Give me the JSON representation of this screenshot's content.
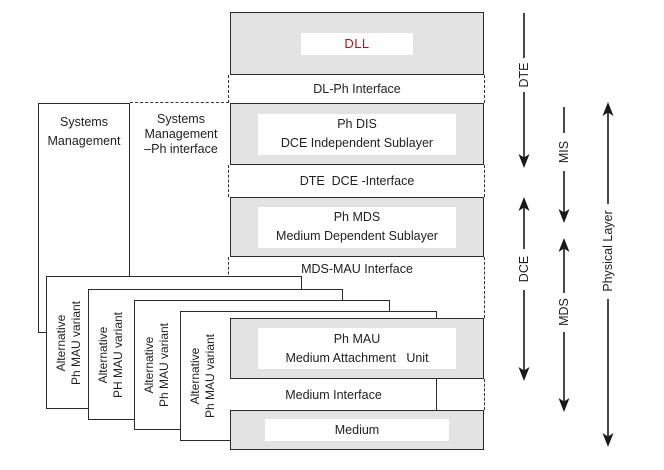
{
  "diagram": {
    "stack": {
      "dll": {
        "label": "DLL"
      },
      "dl_ph_interface": "DL-Ph Interface",
      "ph_dis": {
        "line1": "Ph DIS",
        "line2": "DCE Independent Sublayer"
      },
      "dte_dce_interface": "DTE  DCE -Interface",
      "ph_mds": {
        "line1": "Ph MDS",
        "line2": "Medium Dependent Sublayer"
      },
      "mds_mau_interface": "MDS-MAU Interface",
      "ph_mau": {
        "line1": "Ph MAU",
        "line2": "Medium Attachment   Unit"
      },
      "medium_interface": "Medium Interface",
      "medium": {
        "label": "Medium"
      }
    },
    "systems_management": {
      "line1": "Systems",
      "line2": "Management"
    },
    "sm_ph_interface": {
      "line1": "Systems",
      "line2": "Management",
      "line3": "–Ph interface"
    },
    "alt_boxes": [
      {
        "line1": "Alternative",
        "line2": "Ph MAU variant"
      },
      {
        "line1": "Alternative",
        "line2": "PH MAU variant"
      },
      {
        "line1": "Alternative",
        "line2": "Ph MAU variant"
      },
      {
        "line1": "Alternative",
        "line2": "Ph MAU variant"
      }
    ],
    "arrows": {
      "dte": "DTE",
      "mis": "MIS",
      "dce": "DCE",
      "mds": "MDS",
      "physical_layer": "Physical Layer"
    },
    "colors": {
      "box_fill": "#e3e3e3",
      "border": "#2b2b2b",
      "dll_text": "#9b1c1c",
      "arrow": "#1a1a1a"
    }
  }
}
